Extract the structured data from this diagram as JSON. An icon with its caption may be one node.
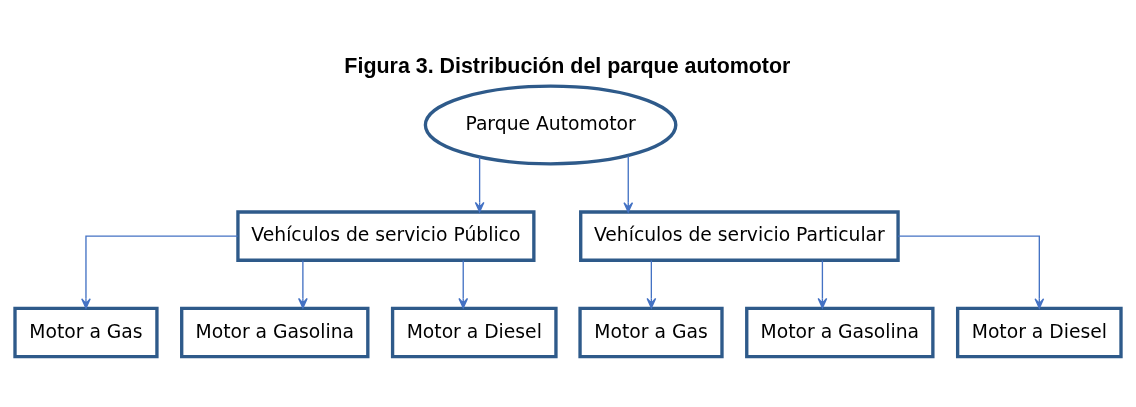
{
  "diagram": {
    "title": "Figura 3. Distribución del parque automotor",
    "nodes": [
      {
        "text": [
          "Parque Automotor"
        ]
      },
      {
        "text": [
          "Vehículos de servicio Público"
        ]
      },
      {
        "text": [
          "Vehículos de servicio Particular"
        ]
      },
      {
        "text": [
          "Motor a Gas"
        ]
      },
      {
        "text": [
          "Motor a Gasolina"
        ]
      },
      {
        "text": [
          "Motor a Diesel"
        ]
      },
      {
        "text": [
          "Motor a Gas"
        ]
      },
      {
        "text": [
          "Motor a Gasolina"
        ]
      },
      {
        "text": [
          "Motor a Diesel"
        ]
      }
    ],
    "edges": [
      {
        "from": 0,
        "to": 1,
        "arrow": "to"
      },
      {
        "from": 0,
        "to": 2,
        "arrow": "to"
      },
      {
        "from": 1,
        "to": 3,
        "arrow": "to"
      },
      {
        "from": 1,
        "to": 4,
        "arrow": "to"
      },
      {
        "from": 1,
        "to": 5,
        "arrow": "to"
      },
      {
        "from": 2,
        "to": 6,
        "arrow": "to"
      },
      {
        "from": 2,
        "to": 7,
        "arrow": "to"
      },
      {
        "from": 2,
        "to": 8,
        "arrow": "to"
      }
    ]
  }
}
